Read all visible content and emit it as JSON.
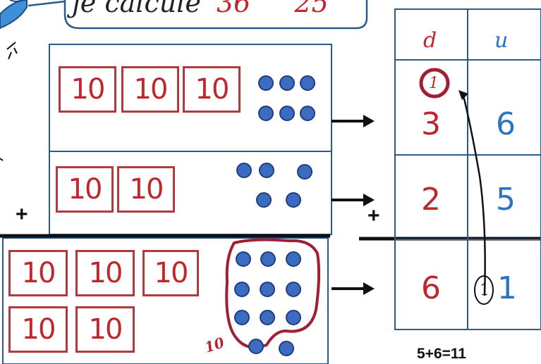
{
  "header": {
    "speech_prefix": "je calcule",
    "num_a": "36",
    "num_b": "25"
  },
  "blocks": {
    "ten_label": "10",
    "group_label": "10"
  },
  "table": {
    "col_d": "d",
    "col_u": "u",
    "carry": "1",
    "row1": {
      "d": "3",
      "u": "6"
    },
    "row2": {
      "d": "2",
      "u": "5"
    },
    "result": {
      "d": "6",
      "u": "1",
      "u_carry": "1"
    }
  },
  "operators": {
    "plus": "+"
  },
  "equation": "5+6=11",
  "colors": {
    "red": "#c0272d",
    "blue": "#2b74c4",
    "dark_red_outline": "#a01f35",
    "grid_blue": "#2a5b8c"
  }
}
